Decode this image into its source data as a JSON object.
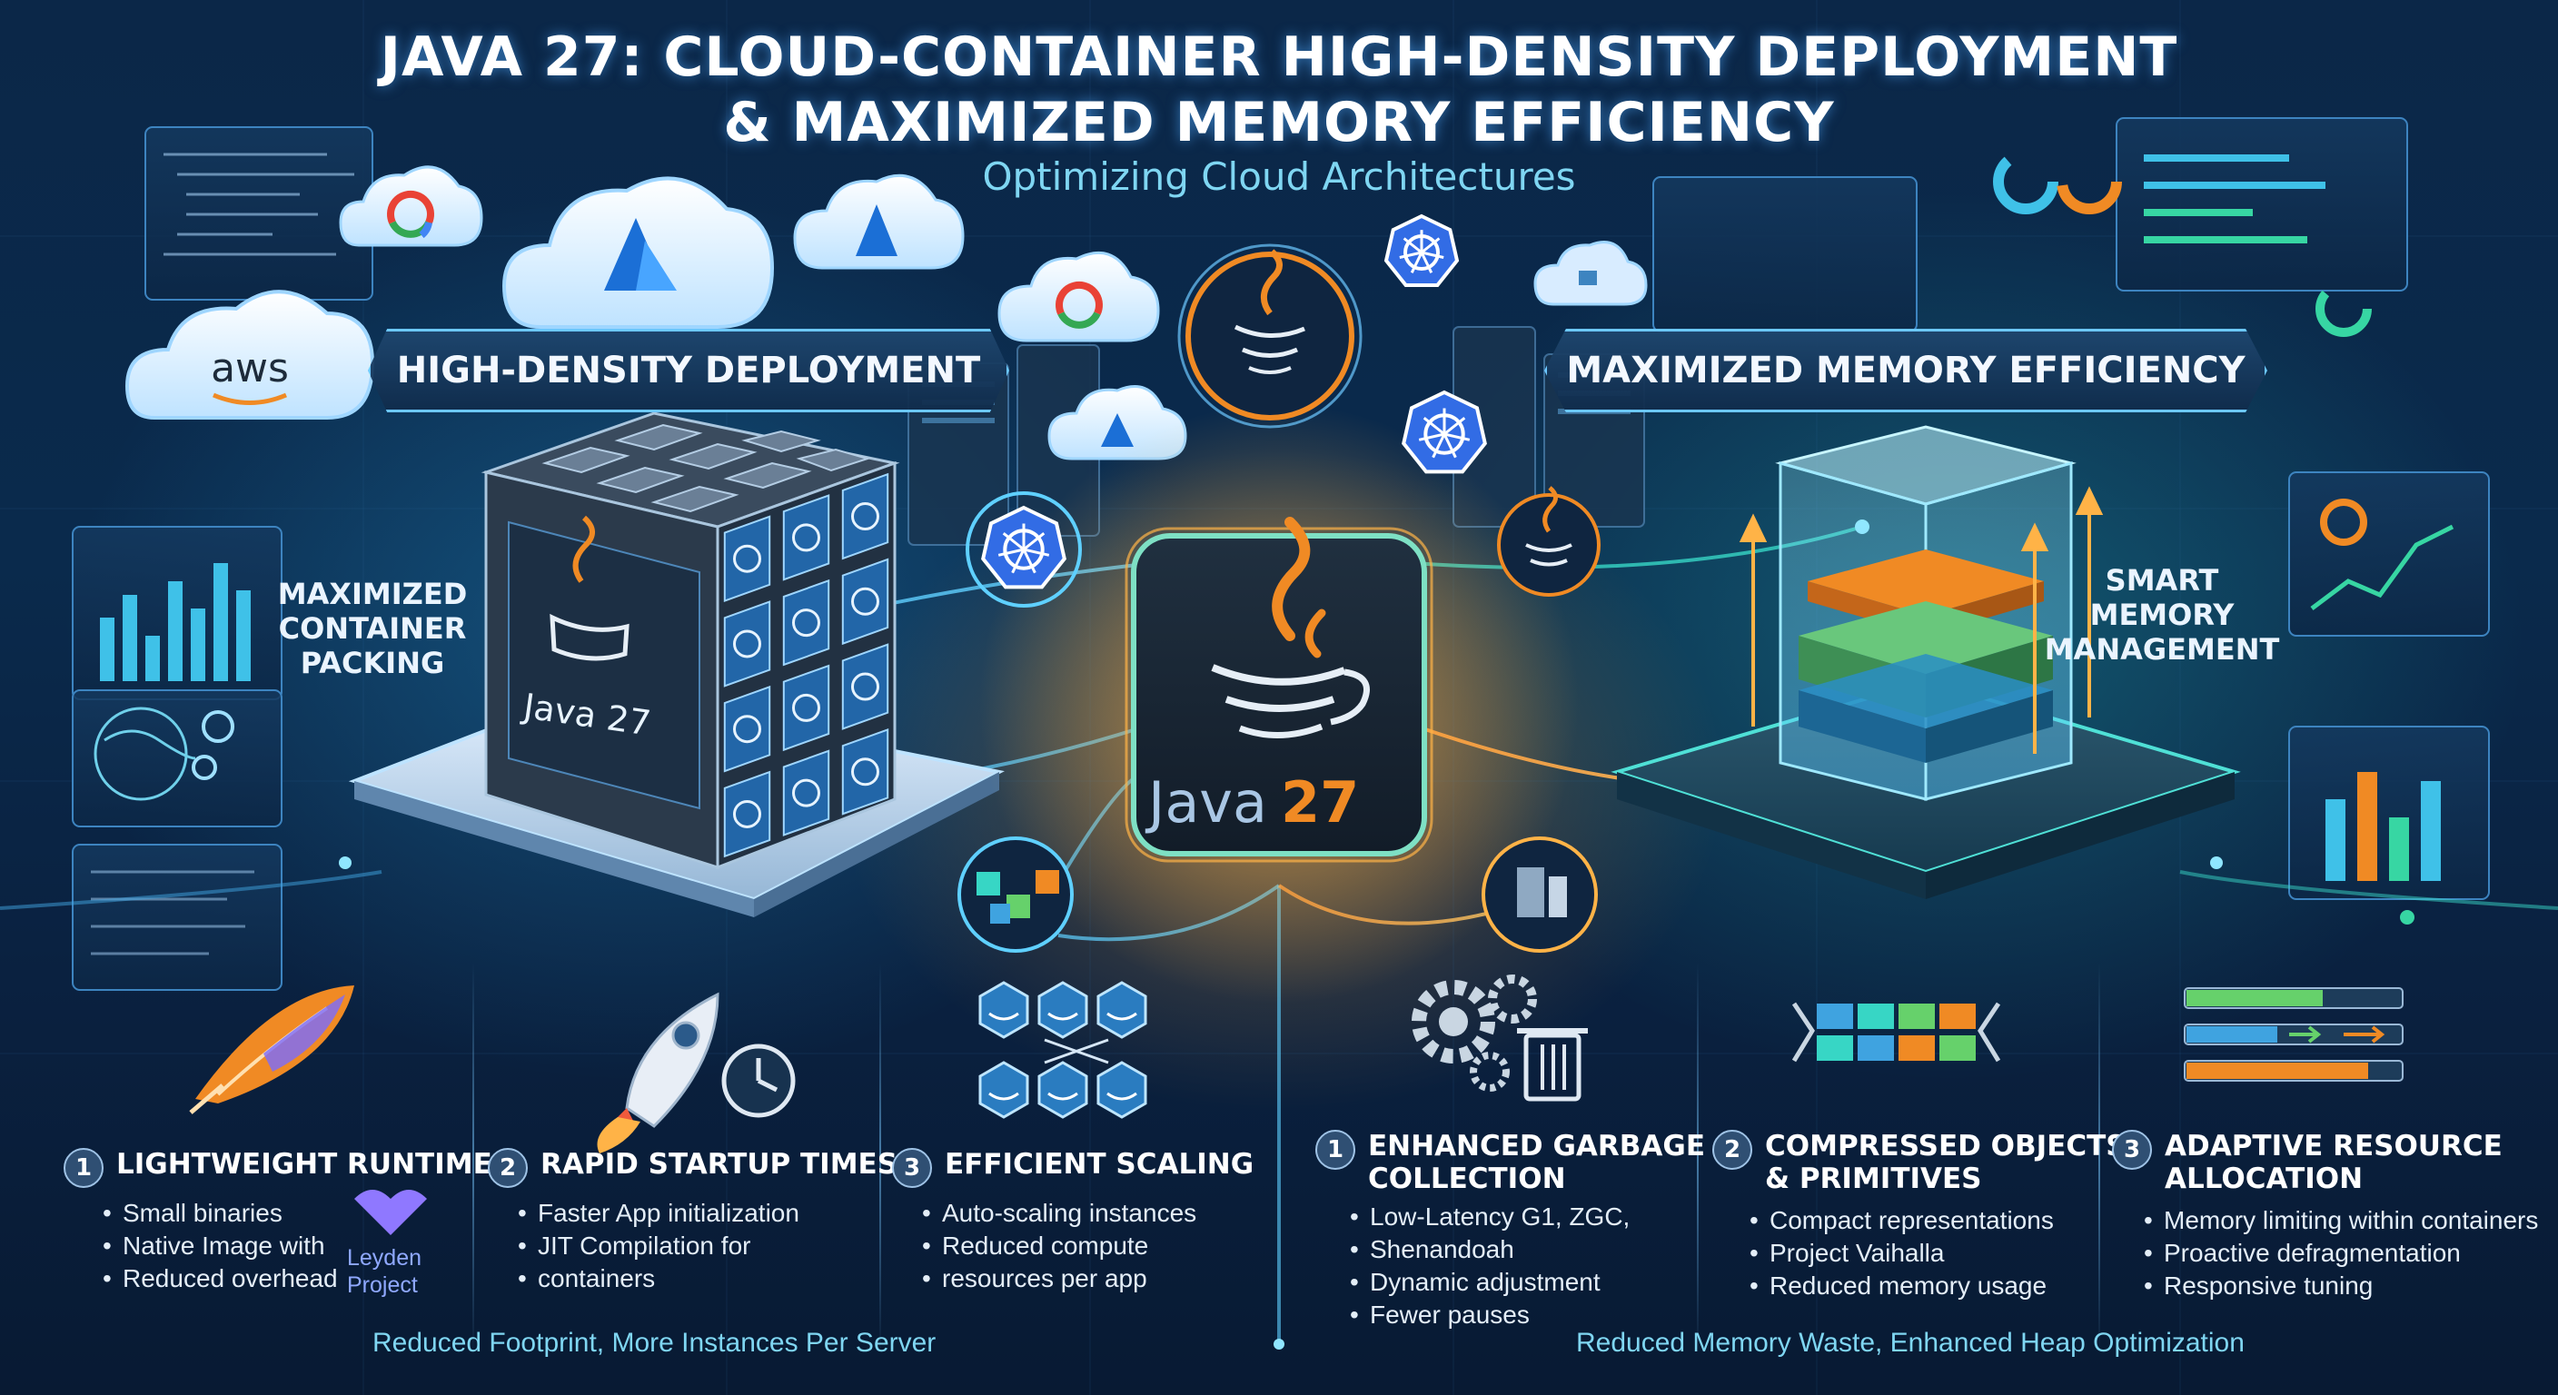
{
  "title": {
    "line1": "JAVA 27: CLOUD-CONTAINER HIGH-DENSITY DEPLOYMENT",
    "line2": "& MAXIMIZED MEMORY EFFICIENCY",
    "subtitle": "Optimizing Cloud Architectures"
  },
  "left": {
    "banner": "HIGH-DENSITY DEPLOYMENT",
    "side_label": [
      "MAXIMIZED",
      "CONTAINER",
      "PACKING"
    ],
    "server_logo_text": "Java 27",
    "cloud_labels": {
      "aws": "aws"
    }
  },
  "right": {
    "banner": "MAXIMIZED MEMORY EFFICIENCY",
    "side_label": [
      "SMART",
      "MEMORY",
      "MANAGEMENT"
    ]
  },
  "center": {
    "logo_text_java": "Java",
    "logo_text_version": "27"
  },
  "sections_left": [
    {
      "num": "1",
      "title": "LIGHTWEIGHT RUNTIMES",
      "items": [
        "Small binaries",
        "Native Image with",
        "Reduced overhead"
      ],
      "badge": [
        "Leyden",
        "Project"
      ]
    },
    {
      "num": "2",
      "title": "RAPID STARTUP TIMES",
      "items": [
        "Faster App initialization",
        "JIT Compilation for",
        "containers"
      ]
    },
    {
      "num": "3",
      "title": "EFFICIENT SCALING",
      "items": [
        "Auto-scaling instances",
        "Reduced compute",
        "resources per app"
      ]
    }
  ],
  "sections_right": [
    {
      "num": "1",
      "title": [
        "ENHANCED GARBAGE",
        "COLLECTION"
      ],
      "items": [
        "Low-Latency G1, ZGC,",
        "Shenandoah",
        "Dynamic adjustment",
        "Fewer pauses"
      ]
    },
    {
      "num": "2",
      "title": [
        "COMPRESSED OBJECTS",
        "& PRIMITIVES"
      ],
      "items": [
        "Compact representations",
        "Project Vaihalla",
        "Reduced memory usage"
      ]
    },
    {
      "num": "3",
      "title": [
        "ADAPTIVE RESOURCE",
        "ALLOCATION"
      ],
      "items": [
        "Memory limiting within containers",
        "Proactive defragmentation",
        "Responsive tuning"
      ]
    }
  ],
  "footers": {
    "left": "Reduced Footprint, More Instances Per Server",
    "right": "Reduced Memory Waste, Enhanced Heap Optimization"
  },
  "colors": {
    "accent_cyan": "#6cc8ff",
    "java_orange": "#f08a24",
    "teal": "#37d6c5",
    "bg": "#0a2a4c"
  },
  "icons": [
    "aws-cloud-icon",
    "google-cloud-icon",
    "azure-cloud-icon",
    "kubernetes-icon",
    "java-cup-icon",
    "docker-icon",
    "feather-icon",
    "rocket-icon",
    "clock-icon",
    "gear-icon",
    "trash-icon",
    "server-rack-icon",
    "memory-stack-icon"
  ]
}
